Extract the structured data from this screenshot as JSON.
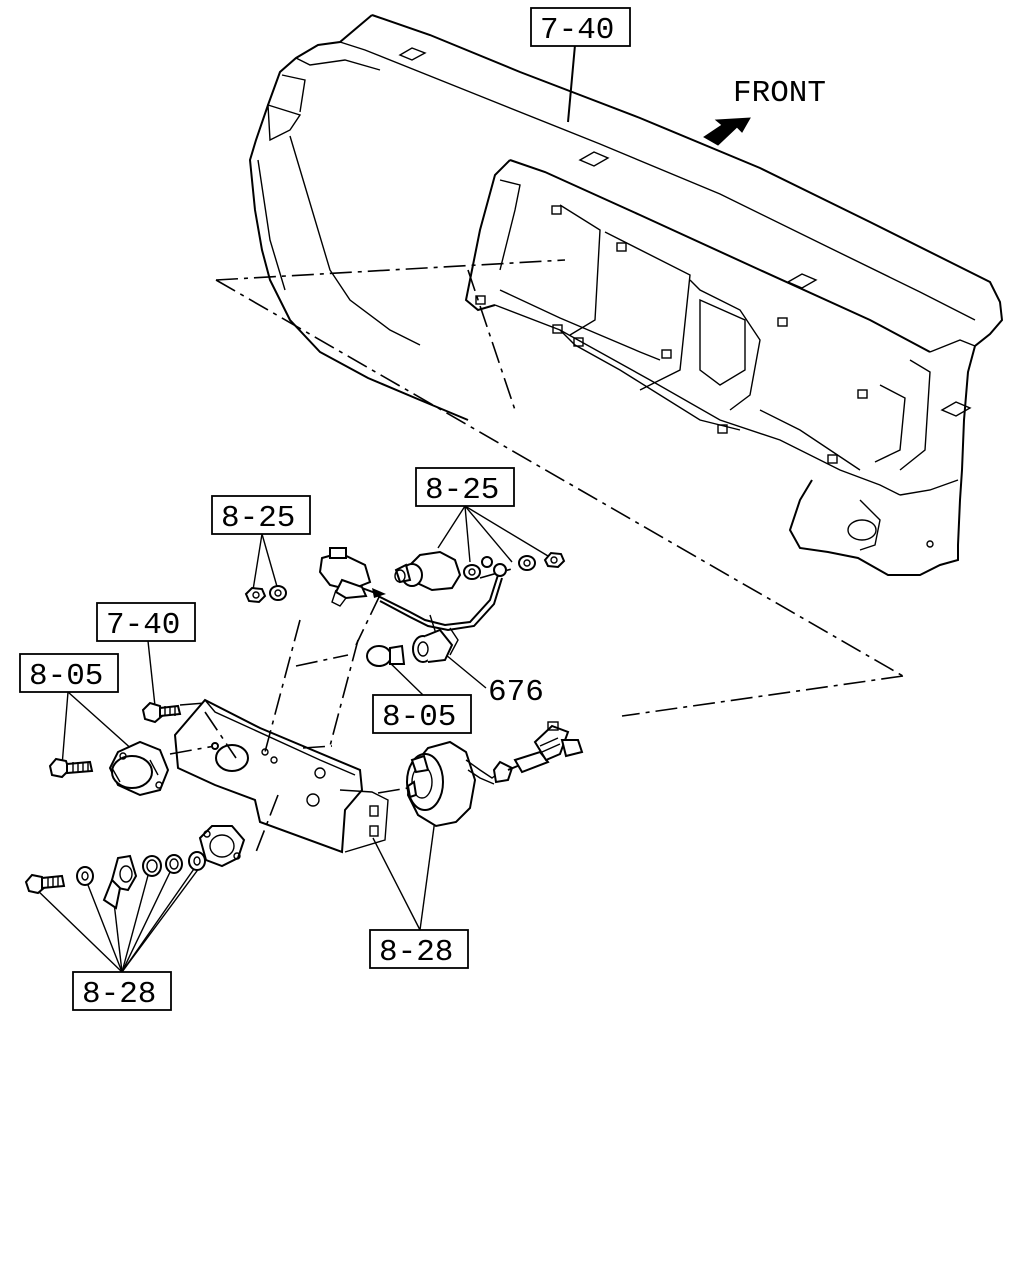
{
  "labels": {
    "front": "FRONT",
    "ref_7_40_top": "7-40",
    "ref_8_25_left": "8-25",
    "ref_8_25_right": "8-25",
    "ref_7_40_mid": "7-40",
    "ref_8_05_left": "8-05",
    "ref_8_05_mid": "8-05",
    "part_676": "676",
    "ref_8_28_right": "8-28",
    "ref_8_28_bottom": "8-28"
  }
}
